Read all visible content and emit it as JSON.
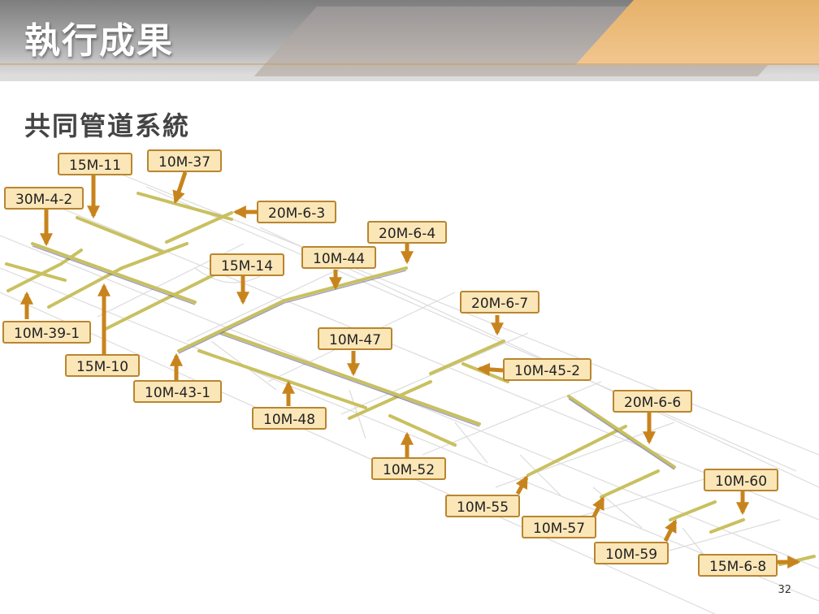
{
  "slide": {
    "title": "執行成果",
    "subtitle": "共同管道系統",
    "page_number": "32"
  },
  "colors": {
    "label_fill": "#fbe6b8",
    "label_border": "#b8862f",
    "arrow": "#c8841c",
    "pipe": "#c9c060"
  },
  "labels": [
    {
      "id": "30m-4-2",
      "text": "30M-4-2"
    },
    {
      "id": "15m-11",
      "text": "15M-11"
    },
    {
      "id": "10m-37",
      "text": "10M-37"
    },
    {
      "id": "20m-6-3",
      "text": "20M-6-3"
    },
    {
      "id": "20m-6-4",
      "text": "20M-6-4"
    },
    {
      "id": "10m-44",
      "text": "10M-44"
    },
    {
      "id": "15m-14",
      "text": "15M-14"
    },
    {
      "id": "20m-6-7",
      "text": "20M-6-7"
    },
    {
      "id": "10m-39-1",
      "text": "10M-39-1"
    },
    {
      "id": "10m-47",
      "text": "10M-47"
    },
    {
      "id": "15m-10",
      "text": "15M-10"
    },
    {
      "id": "10m-45-2",
      "text": "10M-45-2"
    },
    {
      "id": "10m-43-1",
      "text": "10M-43-1"
    },
    {
      "id": "20m-6-6",
      "text": "20M-6-6"
    },
    {
      "id": "10m-48",
      "text": "10M-48"
    },
    {
      "id": "10m-52",
      "text": "10M-52"
    },
    {
      "id": "10m-60",
      "text": "10M-60"
    },
    {
      "id": "10m-55",
      "text": "10M-55"
    },
    {
      "id": "10m-57",
      "text": "10M-57"
    },
    {
      "id": "10m-59",
      "text": "10M-59"
    },
    {
      "id": "15m-6-8",
      "text": "15M-6-8"
    }
  ]
}
